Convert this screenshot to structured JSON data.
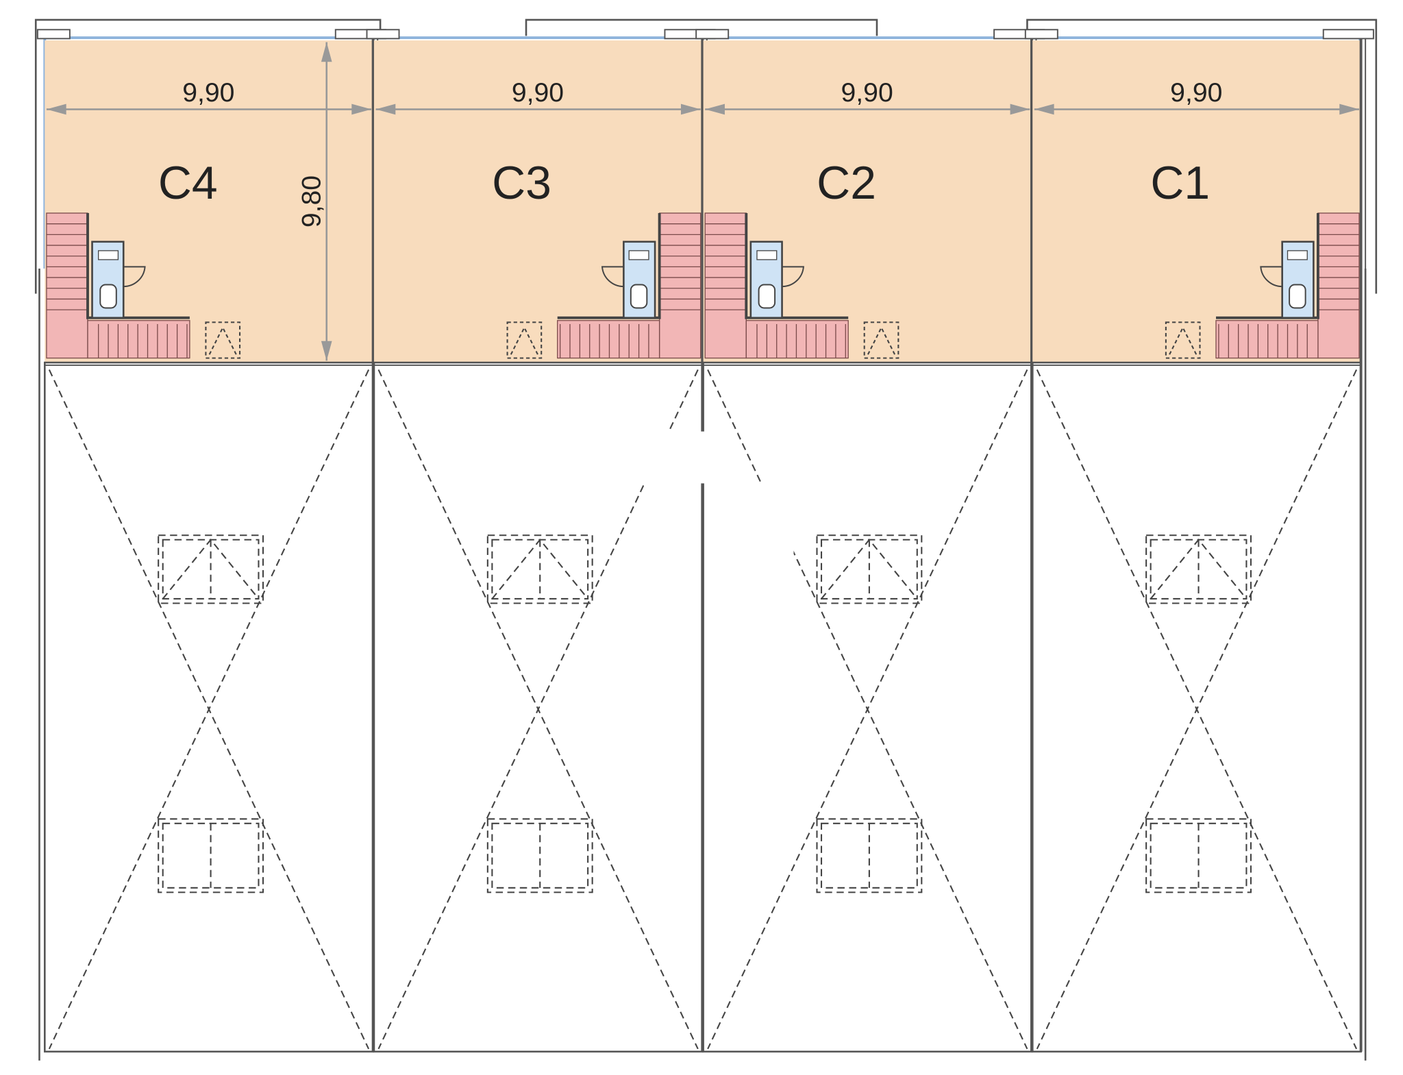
{
  "units": [
    {
      "label": "C4",
      "width_dim": "9,90",
      "stairs_side": "left"
    },
    {
      "label": "C3",
      "width_dim": "9,90",
      "stairs_side": "right"
    },
    {
      "label": "C2",
      "width_dim": "9,90",
      "stairs_side": "left"
    },
    {
      "label": "C1",
      "width_dim": "9,90",
      "stairs_side": "right"
    }
  ],
  "depth_dim": "9,80",
  "colors": {
    "office_fill": "#f8dcbd",
    "stairs_fill": "#f2b6b6",
    "wc_fill": "#cfe3f5",
    "glazing": "#8fb4dc",
    "line": "#555555",
    "dim_line": "#999999"
  }
}
